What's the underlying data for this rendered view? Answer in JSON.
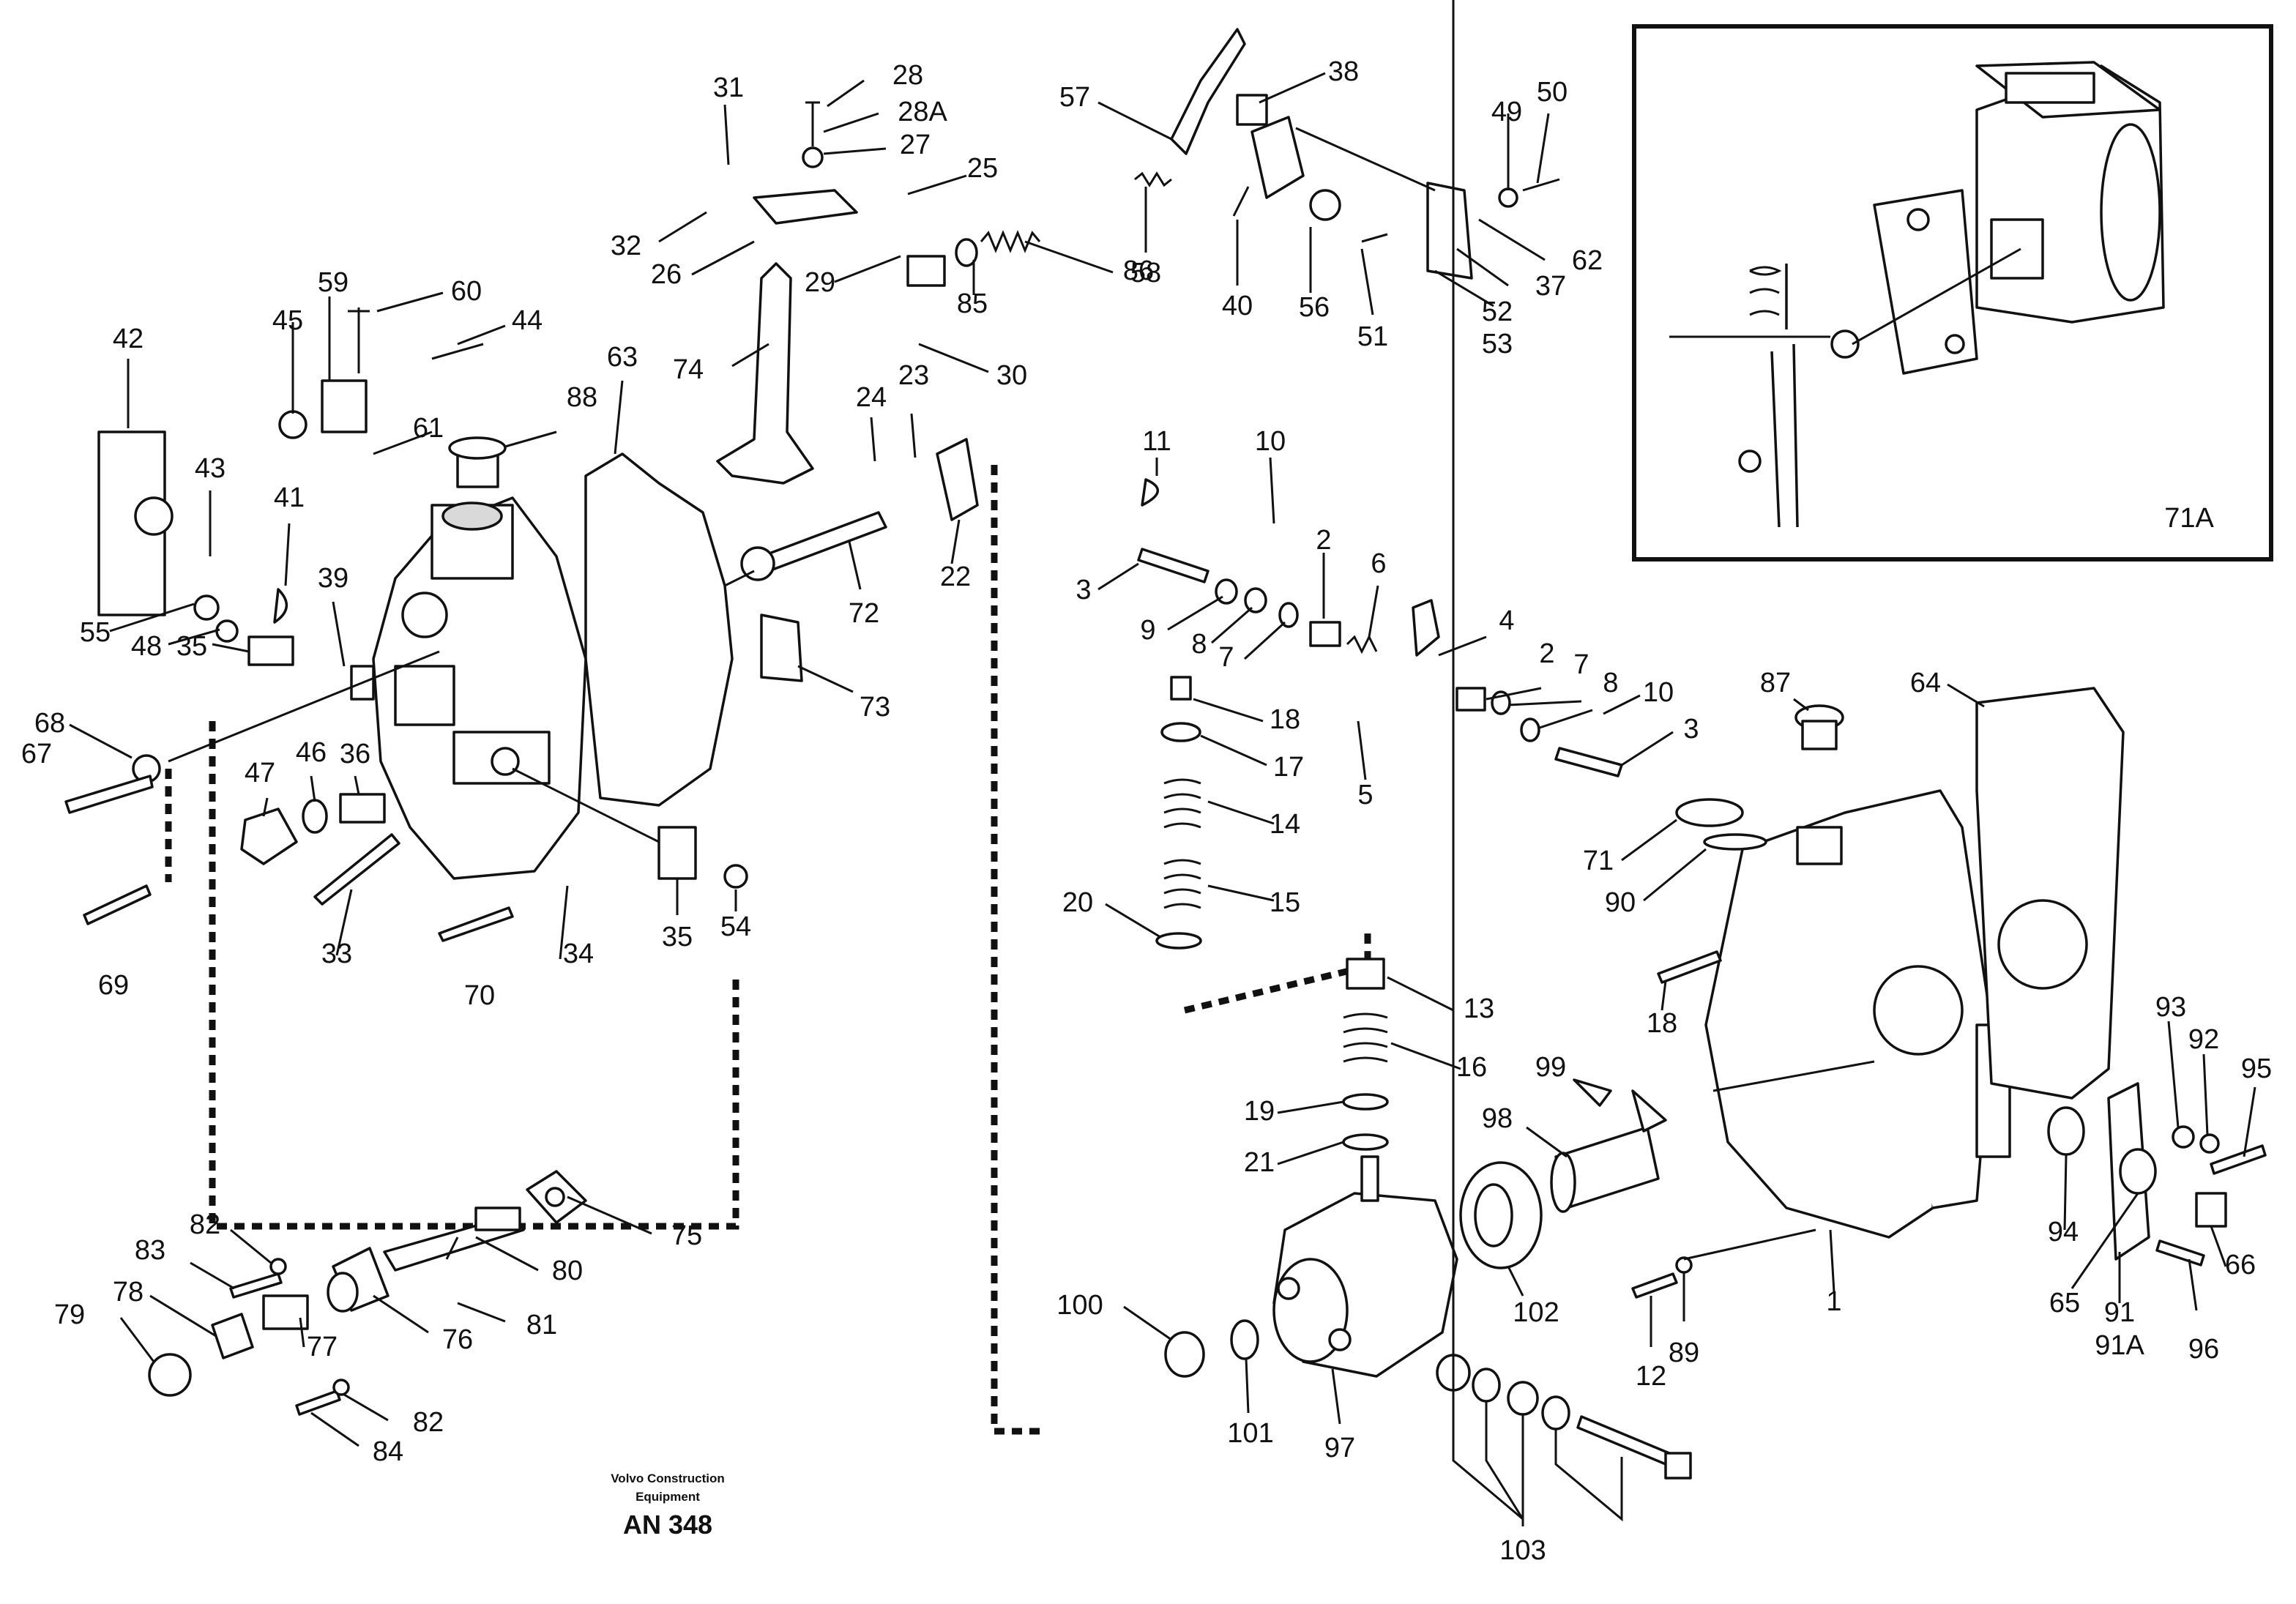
{
  "footer": {
    "company_line1": "Volvo Construction",
    "company_line2": "Equipment",
    "drawing_code": "AN 348"
  },
  "inset": {
    "label": "71A"
  },
  "callouts": [
    {
      "id": "c31",
      "text": "31"
    },
    {
      "id": "c28",
      "text": "28"
    },
    {
      "id": "c28A",
      "text": "28A"
    },
    {
      "id": "c27",
      "text": "27"
    },
    {
      "id": "c25",
      "text": "25"
    },
    {
      "id": "c32",
      "text": "32"
    },
    {
      "id": "c26",
      "text": "26"
    },
    {
      "id": "c29",
      "text": "29"
    },
    {
      "id": "c86",
      "text": "86"
    },
    {
      "id": "c85",
      "text": "85"
    },
    {
      "id": "c30",
      "text": "30"
    },
    {
      "id": "c74",
      "text": "74"
    },
    {
      "id": "c57",
      "text": "57"
    },
    {
      "id": "c38",
      "text": "38"
    },
    {
      "id": "c58",
      "text": "58"
    },
    {
      "id": "c40",
      "text": "40"
    },
    {
      "id": "c56",
      "text": "56"
    },
    {
      "id": "c49",
      "text": "49"
    },
    {
      "id": "c50",
      "text": "50"
    },
    {
      "id": "c62",
      "text": "62"
    },
    {
      "id": "c37",
      "text": "37"
    },
    {
      "id": "c51",
      "text": "51"
    },
    {
      "id": "c52",
      "text": "52"
    },
    {
      "id": "c53",
      "text": "53"
    },
    {
      "id": "c42",
      "text": "42"
    },
    {
      "id": "c59",
      "text": "59"
    },
    {
      "id": "c60",
      "text": "60"
    },
    {
      "id": "c45",
      "text": "45"
    },
    {
      "id": "c44",
      "text": "44"
    },
    {
      "id": "c61",
      "text": "61"
    },
    {
      "id": "c63",
      "text": "63"
    },
    {
      "id": "c88",
      "text": "88"
    },
    {
      "id": "c43",
      "text": "43"
    },
    {
      "id": "c41",
      "text": "41"
    },
    {
      "id": "c39",
      "text": "39"
    },
    {
      "id": "c55",
      "text": "55"
    },
    {
      "id": "c48",
      "text": "48"
    },
    {
      "id": "c35a",
      "text": "35"
    },
    {
      "id": "c68",
      "text": "68"
    },
    {
      "id": "c67",
      "text": "67"
    },
    {
      "id": "c47",
      "text": "47"
    },
    {
      "id": "c46",
      "text": "46"
    },
    {
      "id": "c36",
      "text": "36"
    },
    {
      "id": "c33",
      "text": "33"
    },
    {
      "id": "c69",
      "text": "69"
    },
    {
      "id": "c70",
      "text": "70"
    },
    {
      "id": "c34",
      "text": "34"
    },
    {
      "id": "c35b",
      "text": "35"
    },
    {
      "id": "c54",
      "text": "54"
    },
    {
      "id": "c24",
      "text": "24"
    },
    {
      "id": "c23",
      "text": "23"
    },
    {
      "id": "c22",
      "text": "22"
    },
    {
      "id": "c72",
      "text": "72"
    },
    {
      "id": "c73",
      "text": "73"
    },
    {
      "id": "c11",
      "text": "11"
    },
    {
      "id": "c10a",
      "text": "10"
    },
    {
      "id": "c3a",
      "text": "3"
    },
    {
      "id": "c9",
      "text": "9"
    },
    {
      "id": "c8a",
      "text": "8"
    },
    {
      "id": "c7a",
      "text": "7"
    },
    {
      "id": "c2a",
      "text": "2"
    },
    {
      "id": "c6",
      "text": "6"
    },
    {
      "id": "c4",
      "text": "4"
    },
    {
      "id": "c2b",
      "text": "2"
    },
    {
      "id": "c7b",
      "text": "7"
    },
    {
      "id": "c8b",
      "text": "8"
    },
    {
      "id": "c10b",
      "text": "10"
    },
    {
      "id": "c3b",
      "text": "3"
    },
    {
      "id": "c18a",
      "text": "18"
    },
    {
      "id": "c17",
      "text": "17"
    },
    {
      "id": "c5",
      "text": "5"
    },
    {
      "id": "c14",
      "text": "14"
    },
    {
      "id": "c15",
      "text": "15"
    },
    {
      "id": "c20",
      "text": "20"
    },
    {
      "id": "c13",
      "text": "13"
    },
    {
      "id": "c16",
      "text": "16"
    },
    {
      "id": "c19",
      "text": "19"
    },
    {
      "id": "c21",
      "text": "21"
    },
    {
      "id": "c87",
      "text": "87"
    },
    {
      "id": "c64",
      "text": "64"
    },
    {
      "id": "c71",
      "text": "71"
    },
    {
      "id": "c90",
      "text": "90"
    },
    {
      "id": "c18b",
      "text": "18"
    },
    {
      "id": "c99",
      "text": "99"
    },
    {
      "id": "c98",
      "text": "98"
    },
    {
      "id": "c93",
      "text": "93"
    },
    {
      "id": "c92",
      "text": "92"
    },
    {
      "id": "c95",
      "text": "95"
    },
    {
      "id": "c94",
      "text": "94"
    },
    {
      "id": "c65",
      "text": "65"
    },
    {
      "id": "c91",
      "text": "91"
    },
    {
      "id": "c91A",
      "text": "91A"
    },
    {
      "id": "c66",
      "text": "66"
    },
    {
      "id": "c96",
      "text": "96"
    },
    {
      "id": "c1",
      "text": "1"
    },
    {
      "id": "c12",
      "text": "12"
    },
    {
      "id": "c89",
      "text": "89"
    },
    {
      "id": "c102",
      "text": "102"
    },
    {
      "id": "c100",
      "text": "100"
    },
    {
      "id": "c101",
      "text": "101"
    },
    {
      "id": "c97",
      "text": "97"
    },
    {
      "id": "c103",
      "text": "103"
    },
    {
      "id": "c75",
      "text": "75"
    },
    {
      "id": "c80",
      "text": "80"
    },
    {
      "id": "c81",
      "text": "81"
    },
    {
      "id": "c82a",
      "text": "82"
    },
    {
      "id": "c83",
      "text": "83"
    },
    {
      "id": "c78",
      "text": "78"
    },
    {
      "id": "c79",
      "text": "79"
    },
    {
      "id": "c77",
      "text": "77"
    },
    {
      "id": "c76",
      "text": "76"
    },
    {
      "id": "c82b",
      "text": "82"
    },
    {
      "id": "c84",
      "text": "84"
    }
  ]
}
